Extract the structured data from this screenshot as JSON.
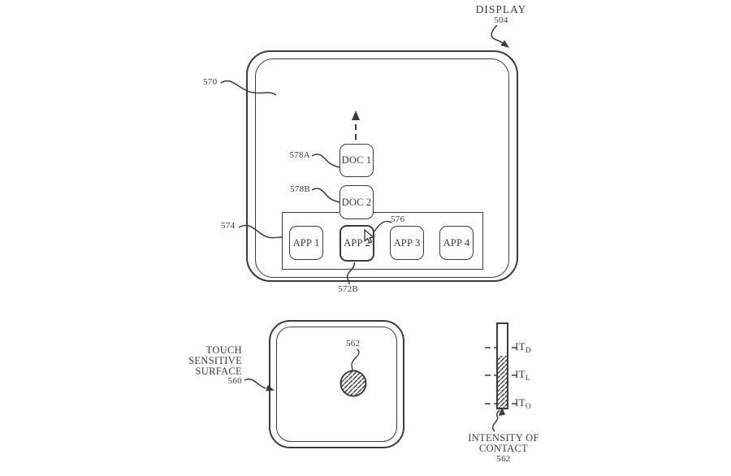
{
  "display_section": {
    "title": "DISPLAY",
    "title_ref": "504",
    "screen_ref": "570",
    "doc1_ref": "578A",
    "doc1_label": "DOC 1",
    "doc2_ref": "578B",
    "doc2_label": "DOC 2",
    "dock_ref": "574",
    "cursor_ref": "576",
    "selected_app_ref": "572B",
    "apps": [
      {
        "label": "APP 1"
      },
      {
        "label": "APP 2"
      },
      {
        "label": "APP 3"
      },
      {
        "label": "APP 4"
      }
    ]
  },
  "touch_section": {
    "label_line1": "TOUCH",
    "label_line2": "SENSITIVE",
    "label_line3": "SURFACE",
    "ref": "560",
    "contact_ref": "562"
  },
  "intensity_section": {
    "thresholds": [
      {
        "base": "IT",
        "sub": "D"
      },
      {
        "base": "IT",
        "sub": "L"
      },
      {
        "base": "IT",
        "sub": "O"
      }
    ],
    "caption_line1": "INTENSITY OF",
    "caption_line2": "CONTACT",
    "ref": "562"
  },
  "colors": {
    "line": "#3c3c3c",
    "background": "#ffffff"
  }
}
